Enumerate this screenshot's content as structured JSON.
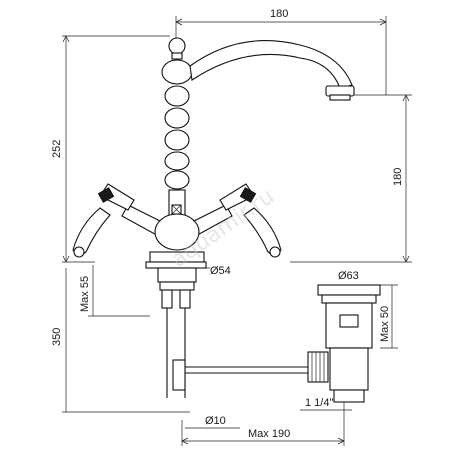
{
  "dimensions": {
    "spout_reach": "180",
    "total_height": "252",
    "spout_height": "180",
    "base_diameter": "Ø54",
    "drain_diameter": "Ø63",
    "max_thickness": "Max 55",
    "max_drain_height": "Max 50",
    "under_length": "350",
    "pipe_diameter": "Ø10",
    "thread": "1 1/4\"",
    "max_rod_length": "Max 190"
  },
  "watermark": "aquamir.ru",
  "colors": {
    "line": "#111111",
    "dim": "#222222",
    "background": "#ffffff"
  }
}
